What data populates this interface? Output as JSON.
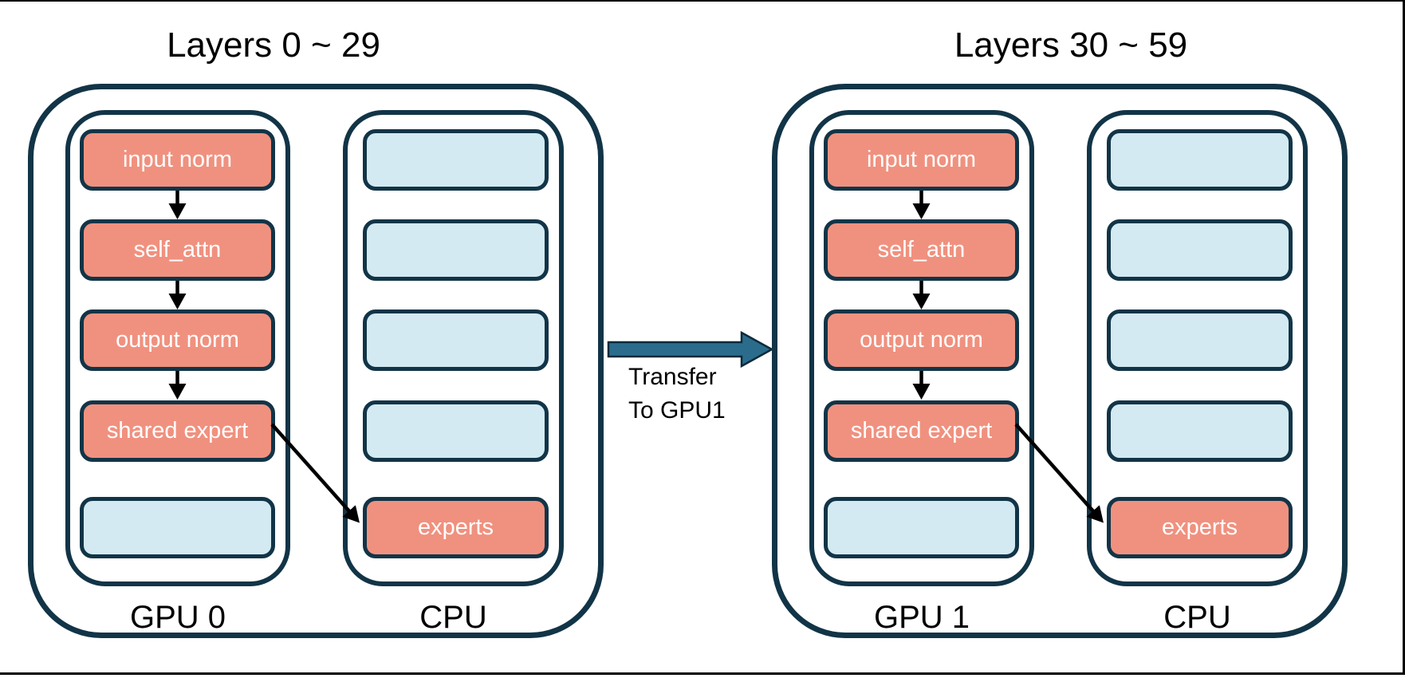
{
  "colors": {
    "outline_navy": "#123447",
    "module_salmon": "#F0917F",
    "slot_blue": "#D3EAF2",
    "transfer_teal": "#2B6C8D",
    "flow_arrow_black": "#000000",
    "text_dark": "#000000",
    "text_light": "#FFFFFF"
  },
  "transfer_arrow": {
    "label_line1": "Transfer",
    "label_line2": "To GPU1"
  },
  "groups": [
    {
      "title": "Layers 0 ~ 29",
      "gpu_label": "GPU 0",
      "cpu_label": "CPU",
      "gpu_modules": [
        "input norm",
        "self_attn",
        "output norm",
        "shared expert"
      ],
      "cpu_module": "experts"
    },
    {
      "title": "Layers 30 ~ 59",
      "gpu_label": "GPU 1",
      "cpu_label": "CPU",
      "gpu_modules": [
        "input norm",
        "self_attn",
        "output norm",
        "shared expert"
      ],
      "cpu_module": "experts"
    }
  ]
}
